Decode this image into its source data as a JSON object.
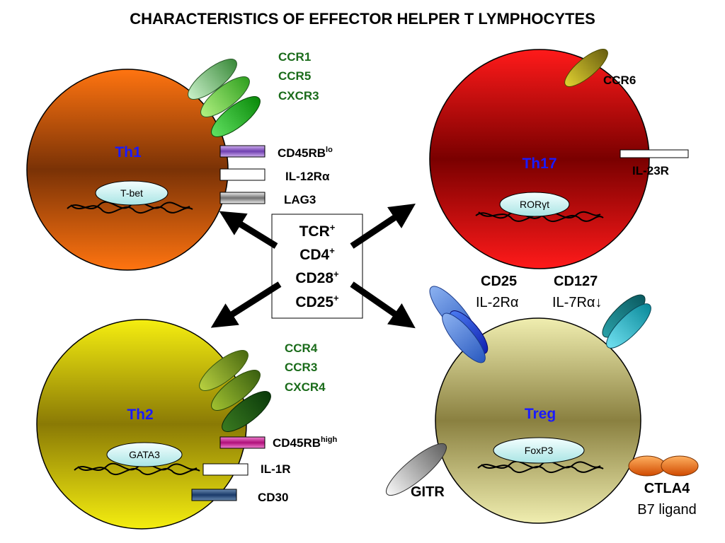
{
  "title": "CHARACTERISTICS OF EFFECTOR HELPER T LYMPHOCYTES",
  "center_box": {
    "line1": "TCR",
    "line1_sup": "+",
    "line2": "CD4",
    "line2_sup": "+",
    "line3": "CD28",
    "line3_sup": "+",
    "line4": "CD25",
    "line4_sup": "+"
  },
  "th1": {
    "name": "Th1",
    "tf": "T-bet",
    "chemokine_receptors": [
      "CCR1",
      "CCR5",
      "CXCR3"
    ],
    "receptor_labels": {
      "cd45_base": "CD45RB",
      "cd45_sup": "lo",
      "il12": "IL-12Rα",
      "lag3": "LAG3"
    }
  },
  "th17": {
    "name": "Th17",
    "tf": "RORγt",
    "ccr6": "CCR6",
    "il23r": "IL-23R"
  },
  "th2": {
    "name": "Th2",
    "tf": "GATA3",
    "chemokine_receptors": [
      "CCR4",
      "CCR3",
      "CXCR4"
    ],
    "receptor_labels": {
      "cd45_base": "CD45RB",
      "cd45_sup": "high",
      "il1r": "IL-1R",
      "cd30": "CD30"
    }
  },
  "treg": {
    "name": "Treg",
    "tf": "FoxP3",
    "cd25": "CD25",
    "il2ra": "IL-2Rα",
    "cd127": "CD127",
    "il7ra": "IL-7Rα↓",
    "gitr": "GITR",
    "ctla4": "CTLA4",
    "b7": "B7 ligand"
  },
  "colors": {
    "th1": "#f07010",
    "th17": "#e01010",
    "th2": "#f0e010",
    "treg": "#d8d070",
    "cell_label": "#1a1aff",
    "receptor_label_green": "#1a6b1a"
  }
}
